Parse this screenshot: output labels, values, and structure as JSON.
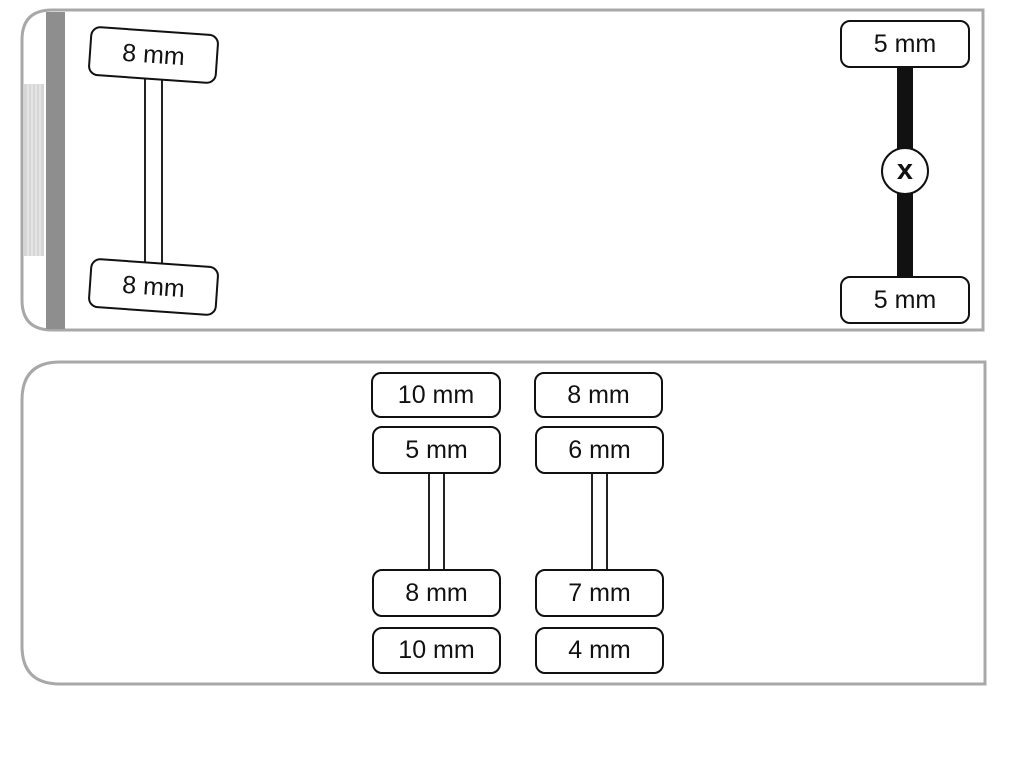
{
  "top_panel": {
    "front_axle": {
      "top": "8 mm",
      "bottom": "8 mm"
    },
    "rear_axle": {
      "top": "5 mm",
      "bottom": "5 mm",
      "marker": "x"
    }
  },
  "bottom_panel": {
    "axle_left": {
      "outer_top": "10 mm",
      "inner_top": "5 mm",
      "inner_bottom": "8 mm",
      "outer_bottom": "10 mm"
    },
    "axle_right": {
      "outer_top": "8 mm",
      "inner_top": "6 mm",
      "inner_bottom": "7 mm",
      "outer_bottom": "4 mm"
    }
  }
}
